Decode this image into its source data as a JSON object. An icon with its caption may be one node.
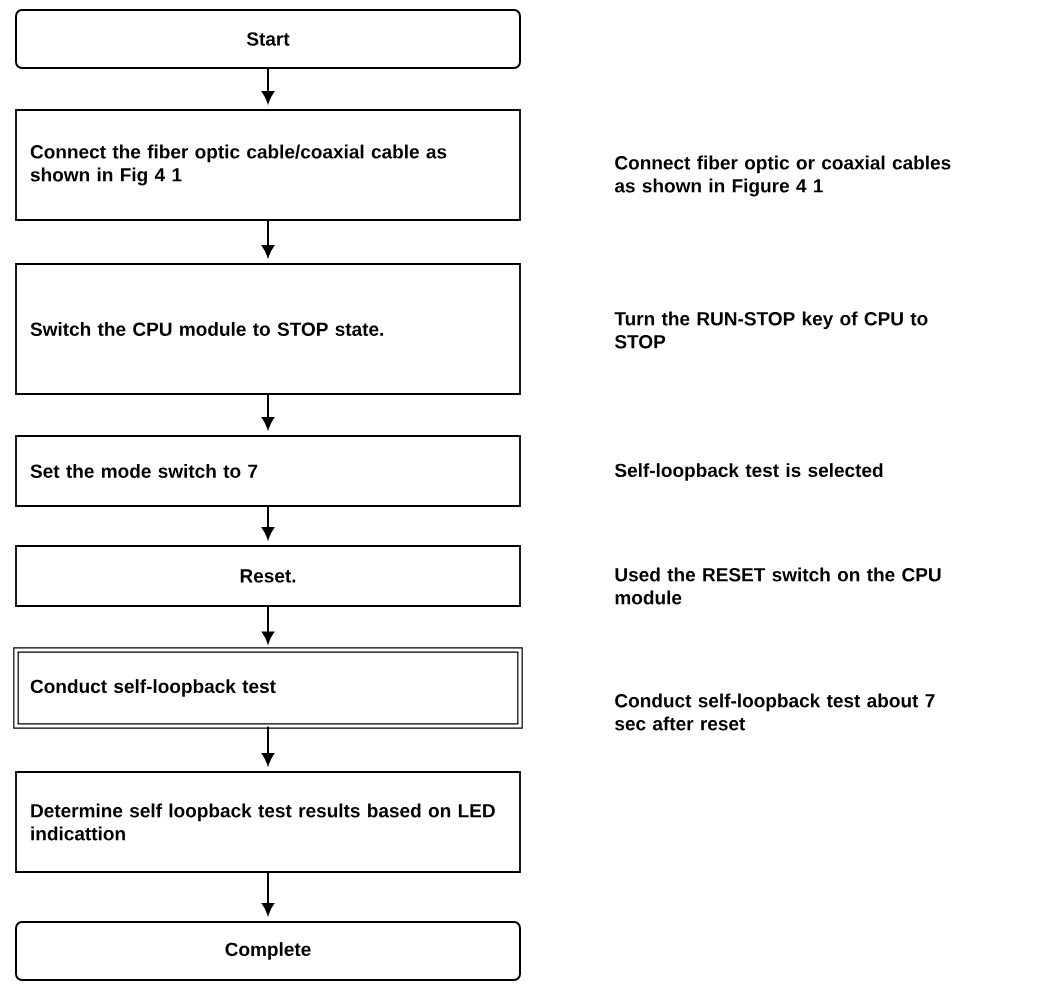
{
  "diagram": {
    "nodes": [
      {
        "text": [
          "Start"
        ]
      },
      {
        "text": [
          "Connect the fiber optic cable/coaxial cable as shown in Fig 4 1"
        ]
      },
      {
        "text": [
          "Switch the CPU module to STOP state."
        ]
      },
      {
        "text": [
          "Set the mode switch to 7"
        ]
      },
      {
        "text": [
          "Reset."
        ]
      },
      {
        "text": [
          "Conduct self-loopback test"
        ]
      },
      {
        "text": [
          "Determine self loopback test results based on LED indicattion"
        ]
      },
      {
        "text": [
          "Complete"
        ]
      }
    ],
    "edges": [
      {
        "from": 0,
        "to": 1,
        "arrow": "to"
      },
      {
        "from": 1,
        "to": 2,
        "arrow": "to"
      },
      {
        "from": 2,
        "to": 3,
        "arrow": "to"
      },
      {
        "from": 3,
        "to": 4,
        "arrow": "to"
      },
      {
        "from": 4,
        "to": 5,
        "arrow": "to"
      },
      {
        "from": 5,
        "to": 6,
        "arrow": "to"
      },
      {
        "from": 6,
        "to": 7,
        "arrow": "to"
      }
    ],
    "labels": [
      "Connect fiber optic or coaxial cables as shown in Figure 4 1",
      "Turn the RUN-STOP key of CPU to STOP",
      "Self-loopback test is selected",
      "Used the RESET switch on the CPU module",
      "Conduct self-loopback test about 7 sec after reset"
    ]
  }
}
